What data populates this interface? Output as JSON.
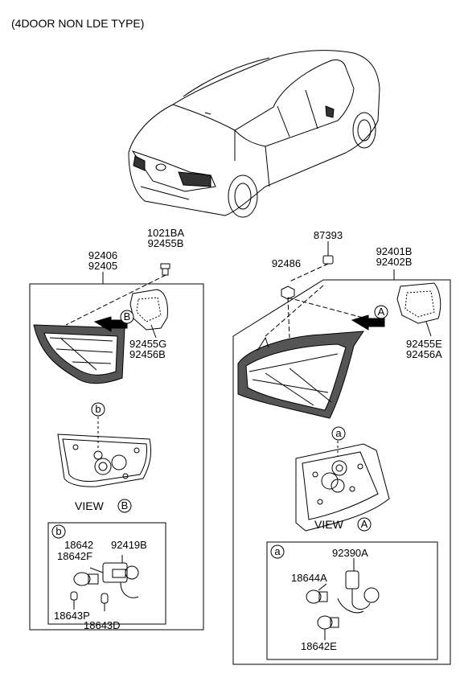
{
  "header": {
    "title": "(4DOOR NON LDE TYPE)"
  },
  "left_assembly": {
    "bolt_labels": [
      "1021BA",
      "92455B"
    ],
    "lamp_labels": [
      "92406",
      "92405"
    ],
    "gasket_labels": [
      "92455G",
      "92456B"
    ],
    "view_ref_letter": "B",
    "detail_ref_letter": "b",
    "view_caption_word": "VIEW",
    "view_caption_letter": "B",
    "detail_box": {
      "letter": "b",
      "labels": [
        "18642",
        "18642F",
        "92419B",
        "18643P",
        "18643D"
      ]
    }
  },
  "right_assembly": {
    "clip_label": "87393",
    "nut_label": "92486",
    "lamp_labels": [
      "92401B",
      "92402B"
    ],
    "gasket_labels": [
      "92455E",
      "92456A"
    ],
    "view_ref_letter": "A",
    "detail_ref_letter": "a",
    "view_caption_word": "VIEW",
    "view_caption_letter": "A",
    "detail_box": {
      "letter": "a",
      "labels": [
        "92390A",
        "18644A",
        "18642E"
      ]
    }
  },
  "colors": {
    "line": "#000000",
    "background": "#ffffff",
    "lamp_fill": "#555555"
  }
}
